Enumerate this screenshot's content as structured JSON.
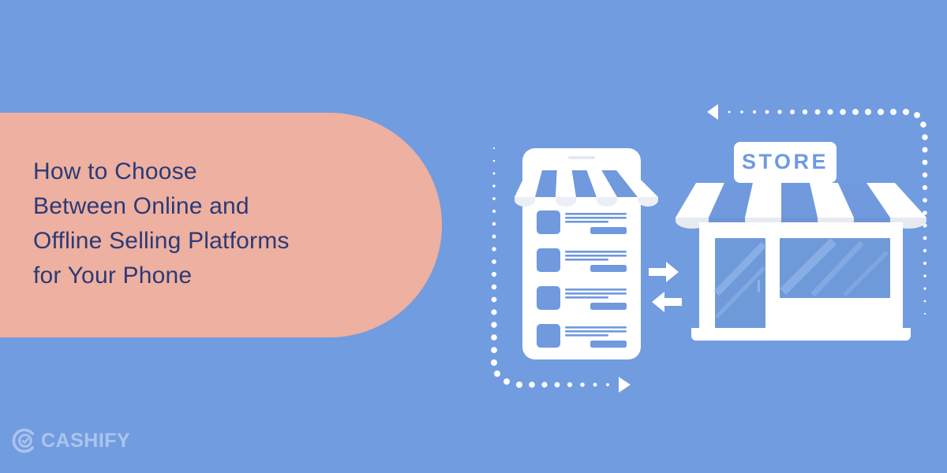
{
  "banner": {
    "background_color": "#729ce0",
    "pill_color": "#eeb0a0",
    "title": "How to Choose\nBetween Online and\nOffline Selling Platforms\nfor Your Phone",
    "title_color": "#2b3a77"
  },
  "logo": {
    "wordmark": "CASHIFY",
    "mark_icon": "circle-check-c-icon",
    "color": "#dbe6f8"
  },
  "illustration": {
    "online": {
      "label": "online-store-phone",
      "card_count": 4,
      "awning_stripes": 4,
      "cards": [
        {
          "thumb": "product-thumb",
          "lines": 3,
          "button": "buy-button"
        },
        {
          "thumb": "product-thumb",
          "lines": 3,
          "button": "buy-button"
        },
        {
          "thumb": "product-thumb",
          "lines": 3,
          "button": "buy-button"
        },
        {
          "thumb": "product-thumb",
          "lines": 3,
          "button": "buy-button"
        }
      ]
    },
    "offline": {
      "label": "offline-store-shop",
      "sign_text": "STORE",
      "sign_text_color": "#6f9ae0",
      "awning_stripes": 7,
      "features": [
        "door",
        "window",
        "base-step"
      ]
    },
    "exchange": {
      "arrow_right_icon": "arrow-right-icon",
      "arrow_left_icon": "arrow-left-icon"
    },
    "flow_path": {
      "top_arrowhead": "arrow-left-head-icon",
      "bottom_arrowhead": "arrow-right-head-icon",
      "dot_color": "#ffffff"
    }
  }
}
